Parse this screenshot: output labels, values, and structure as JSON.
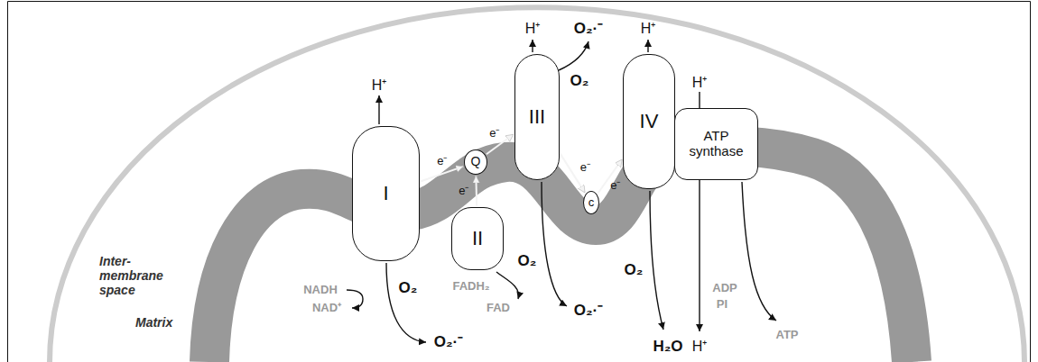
{
  "diagram": {
    "nodes": [
      {
        "text": [
          "I"
        ]
      },
      {
        "text": [
          "II"
        ]
      },
      {
        "text": [
          "Q"
        ]
      },
      {
        "text": [
          "III"
        ]
      },
      {
        "text": [
          "c"
        ]
      },
      {
        "text": [
          "IV"
        ]
      },
      {
        "text": [
          "ATP synthase"
        ]
      }
    ],
    "edges": [
      {
        "from": 0,
        "to": 2,
        "arrow": "to",
        "label": "e⁻"
      },
      {
        "from": 1,
        "to": 2,
        "arrow": "to",
        "label": "e⁻"
      },
      {
        "from": 2,
        "to": 3,
        "arrow": "to",
        "label": "e⁻"
      },
      {
        "from": 3,
        "to": 4,
        "arrow": "to",
        "label": "e⁻"
      },
      {
        "from": 4,
        "to": 5,
        "arrow": "to",
        "label": "e⁻"
      }
    ],
    "labels": [
      "H⁺",
      "H⁺",
      "O₂·⁻",
      "O₂",
      "H⁺",
      "H⁺",
      "Inter- membrane space",
      "NADH",
      "NAD⁺",
      "O₂",
      "O₂·⁻",
      "FADH₂",
      "FAD",
      "O₂",
      "O₂·⁻",
      "O₂",
      "H₂O",
      "Matrix",
      "ADP",
      "PI",
      "ATP",
      "H⁺"
    ]
  }
}
